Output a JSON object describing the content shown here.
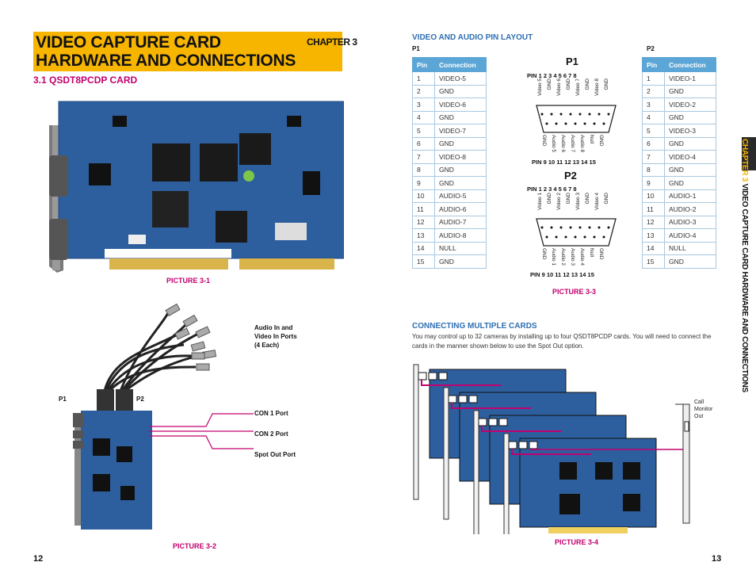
{
  "left_page": {
    "title": "VIDEO CAPTURE CARD\nHARDWARE AND CONNECTIONS",
    "chapter_tag": "CHAPTER 3",
    "section": "3.1 QSDT8PCDP CARD",
    "caption1": "PICTURE 3-1",
    "caption2": "PICTURE 3-2",
    "callouts": {
      "audio_video": "Audio In and\nVideo In Ports\n(4 Each)",
      "con1": "CON 1 Port",
      "con2": "CON 2 Port",
      "spot": "Spot Out Port",
      "p1": "P1",
      "p2": "P2"
    },
    "page_number": "12"
  },
  "right_page": {
    "pin_layout_title": "VIDEO AND AUDIO PIN LAYOUT",
    "p1_label": "P1",
    "p2_label": "P2",
    "table_headers": [
      "Pin",
      "Connection"
    ],
    "p1_table": [
      [
        "1",
        "VIDEO-5"
      ],
      [
        "2",
        "GND"
      ],
      [
        "3",
        "VIDEO-6"
      ],
      [
        "4",
        "GND"
      ],
      [
        "5",
        "VIDEO-7"
      ],
      [
        "6",
        "GND"
      ],
      [
        "7",
        "VIDEO-8"
      ],
      [
        "8",
        "GND"
      ],
      [
        "9",
        "GND"
      ],
      [
        "10",
        "AUDIO-5"
      ],
      [
        "11",
        "AUDIO-6"
      ],
      [
        "12",
        "AUDIO-7"
      ],
      [
        "13",
        "AUDIO-8"
      ],
      [
        "14",
        "NULL"
      ],
      [
        "15",
        "GND"
      ]
    ],
    "p2_table": [
      [
        "1",
        "VIDEO-1"
      ],
      [
        "2",
        "GND"
      ],
      [
        "3",
        "VIDEO-2"
      ],
      [
        "4",
        "GND"
      ],
      [
        "5",
        "VIDEO-3"
      ],
      [
        "6",
        "GND"
      ],
      [
        "7",
        "VIDEO-4"
      ],
      [
        "8",
        "GND"
      ],
      [
        "9",
        "GND"
      ],
      [
        "10",
        "AUDIO-1"
      ],
      [
        "11",
        "AUDIO-2"
      ],
      [
        "12",
        "AUDIO-3"
      ],
      [
        "13",
        "AUDIO-4"
      ],
      [
        "14",
        "NULL"
      ],
      [
        "15",
        "GND"
      ]
    ],
    "diagram": {
      "p1_title": "P1",
      "p2_title": "P2",
      "pin_top": "PIN 1   2   3   4   5   6   7   8",
      "pin_bottom": "PIN 9  10  11  12  13  14  15",
      "p1_top_labels": [
        "Video 5",
        "GND",
        "Video 6",
        "GND",
        "Video 7",
        "GND",
        "Video 8",
        "GND"
      ],
      "p1_bottom_labels": [
        "GND",
        "Audio 5",
        "Audio 6",
        "Audio 7",
        "Audio 8",
        "Null",
        "GND"
      ],
      "p2_top_labels": [
        "Video 1",
        "GND",
        "Video 2",
        "GND",
        "Video 3",
        "GND",
        "Video 4",
        "GND"
      ],
      "p2_bottom_labels": [
        "GND",
        "Audio 1",
        "Audio 2",
        "Audio 3",
        "Audio 4",
        "Null",
        "GND"
      ]
    },
    "caption3": "PICTURE 3-3",
    "multi_title": "CONNECTING MULTIPLE CARDS",
    "multi_body": "You may control up to 32 cameras by installing up to four QSDT8PCDP cards. You will need to connect the cards in the manner shown below to use the Spot Out option.",
    "call_monitor": "Call\nMonitor\nOut",
    "caption4": "PICTURE 3-4",
    "side_tab_chapter": "CHAPTER 3",
    "side_tab_title": " VIDEO CAPTURE CARD HARDWARE AND CONNECTIONS",
    "page_number": "13"
  },
  "colors": {
    "accent_yellow": "#f7b500",
    "magenta": "#c2006e",
    "header_blue": "#5ba6d6",
    "title_blue": "#2f6fb3",
    "board_blue": "#2d5f9e"
  }
}
